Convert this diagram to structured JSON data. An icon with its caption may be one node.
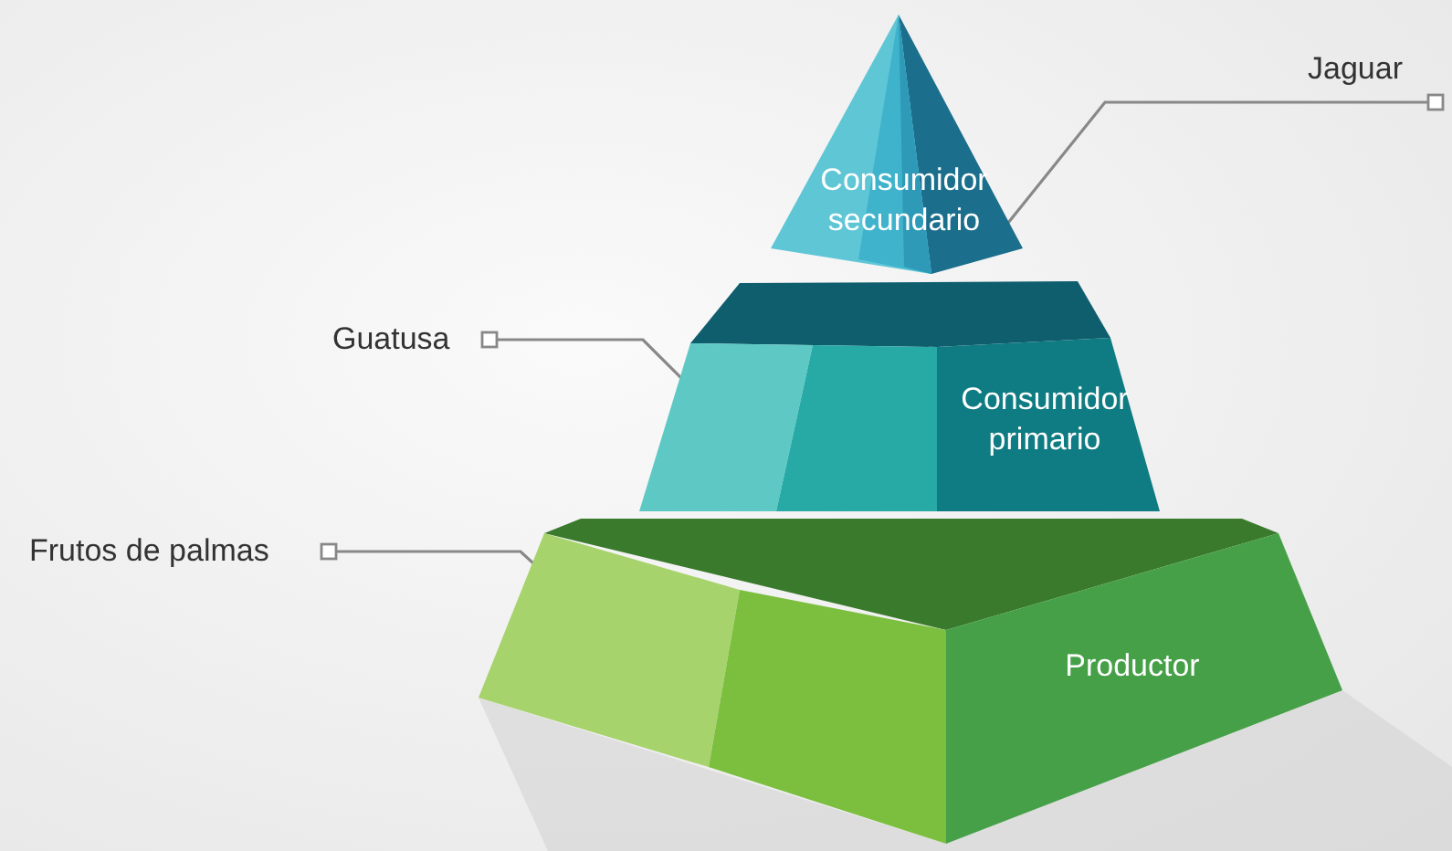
{
  "diagram": {
    "nodes": [
      {
        "text": [
          "Consumidor secundario"
        ]
      },
      {
        "text": [
          "Consumidor primario"
        ]
      },
      {
        "text": [
          "Productor"
        ]
      },
      {
        "text": [
          "Jaguar"
        ]
      },
      {
        "text": [
          "Guatusa"
        ]
      },
      {
        "text": [
          "Frutos de palmas"
        ]
      }
    ],
    "edges": [
      {
        "from": 3,
        "to": 0,
        "arrow": "other"
      },
      {
        "from": 4,
        "to": 1,
        "arrow": "other"
      },
      {
        "from": 5,
        "to": 2,
        "arrow": "other"
      }
    ]
  }
}
